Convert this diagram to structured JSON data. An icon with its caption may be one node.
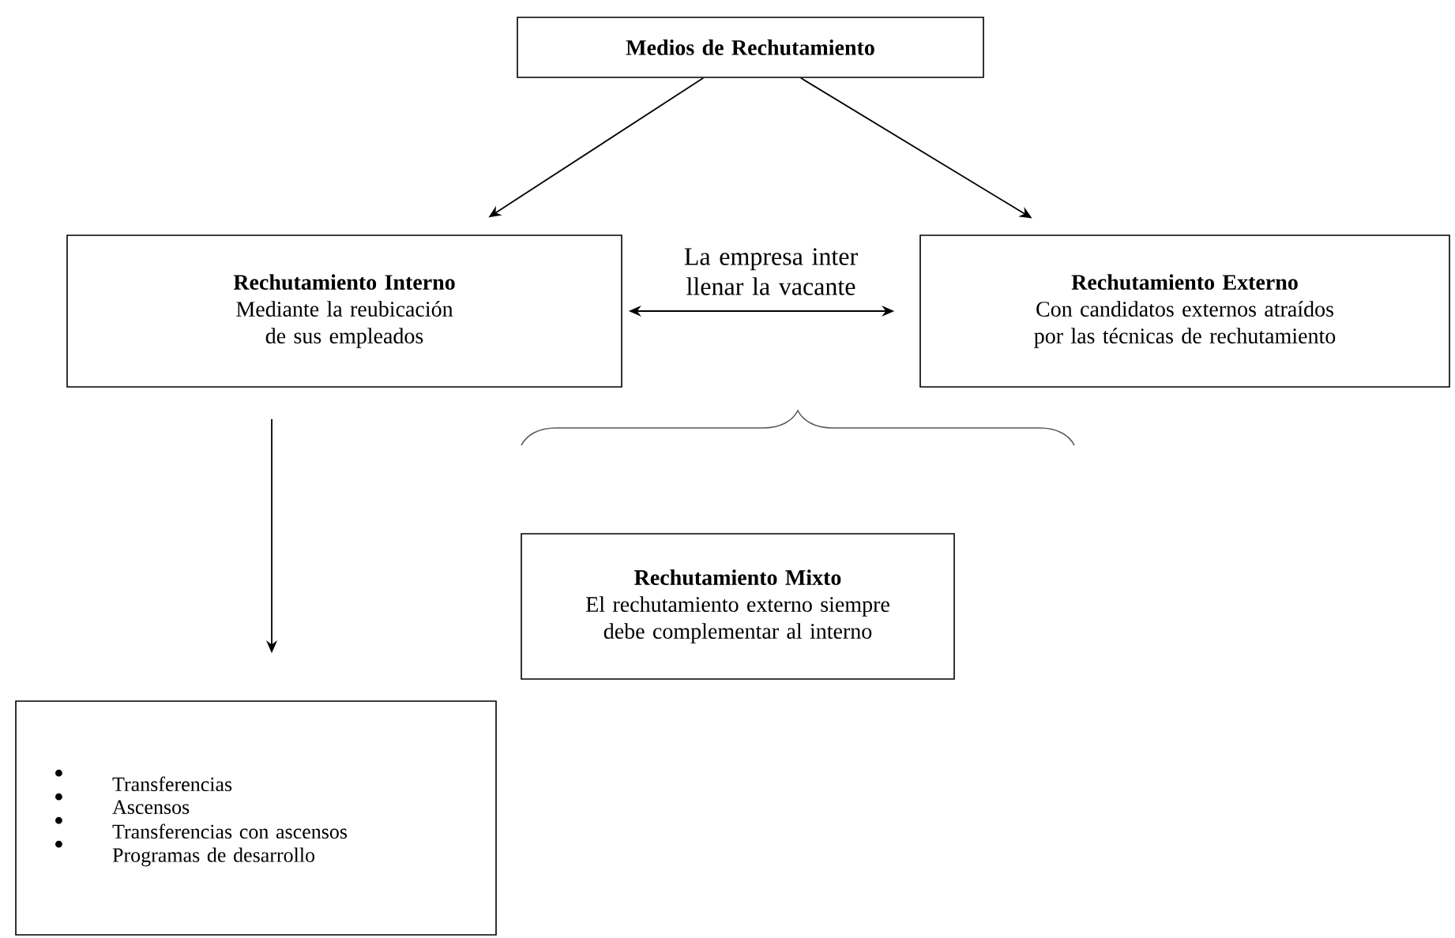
{
  "diagram": {
    "nodes": [
      {
        "text": [
          "Medios de Rechutamiento"
        ]
      },
      {
        "text": [
          "Rechutamiento Interno",
          "Mediante la reubicación de sus empleados"
        ]
      },
      {
        "text": [
          "Rechutamiento Externo",
          "Con candidatos externos atraídos por las técnicas de rechutamiento"
        ]
      },
      {
        "text": [
          "Rechutamiento Mixto",
          "El rechutamiento externo siempre debe complementar al interno"
        ]
      },
      {
        "text": [
          "Transferencias",
          "Ascensos",
          "Transferencias con ascensos",
          "Programas de desarrollo"
        ]
      }
    ],
    "edges": [
      {
        "from": 0,
        "to": 1,
        "arrow": "to"
      },
      {
        "from": 0,
        "to": 2,
        "arrow": "to"
      },
      {
        "from": 1,
        "to": 2,
        "arrow": "both",
        "label": "La empresa inter llenar la vacante"
      },
      {
        "from": 1,
        "to": 4,
        "arrow": "to"
      }
    ]
  }
}
